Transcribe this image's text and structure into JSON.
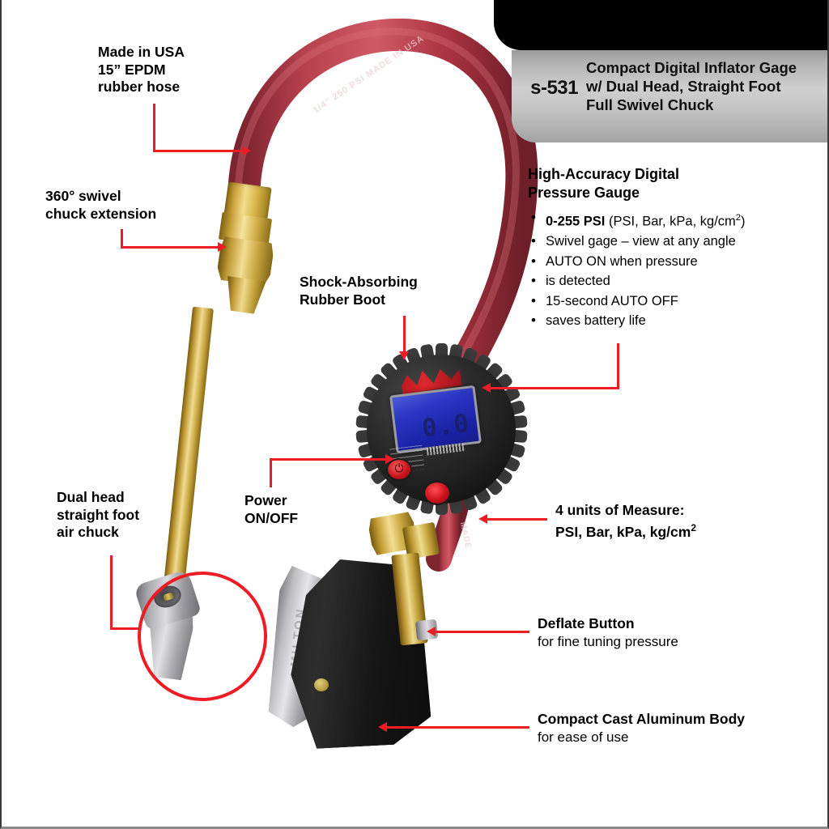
{
  "header": {
    "sku": "s-531",
    "title_lines": [
      "Compact Digital Inflator Gage",
      "w/ Dual Head, Straight Foot",
      "Full Swivel Chuck"
    ]
  },
  "callouts": {
    "made_in_usa": {
      "lines": [
        "Made in USA",
        "15” EPDM",
        "rubber hose"
      ]
    },
    "swivel_ext": {
      "lines": [
        "360° swivel",
        "chuck extension"
      ]
    },
    "rubber_boot": {
      "lines": [
        "Shock-Absorbing",
        "Rubber Boot"
      ]
    },
    "dual_head": {
      "lines": [
        "Dual head",
        "straight foot",
        "air chuck"
      ]
    },
    "power": {
      "lines": [
        "Power",
        "ON/OFF"
      ]
    },
    "units": {
      "lines": [
        "4 units of Measure:",
        "PSI, Bar, kPa, kg/cm"
      ],
      "sup": "2"
    },
    "deflate": {
      "heading": "Deflate Button",
      "sub": "for fine tuning pressure"
    },
    "body": {
      "heading": "Compact Cast Aluminum Body",
      "sub": "for ease of use"
    }
  },
  "features": {
    "title_lines": [
      "High-Accuracy Digital",
      "Pressure Gauge"
    ],
    "items": [
      {
        "bold": "0-255 PSI",
        "rest": " (PSI, Bar, kPa, kg/cm",
        "sup": "2",
        "tail": ")"
      },
      {
        "bold": "",
        "rest": "Swivel gage – view at any angle",
        "sup": "",
        "tail": ""
      },
      {
        "bold": "",
        "rest": "AUTO ON when pressure",
        "sup": "",
        "tail": ""
      },
      {
        "bold": "",
        "rest": "is detected",
        "sup": "",
        "tail": "",
        "nobullet": true
      },
      {
        "bold": "",
        "rest": "15-second AUTO OFF",
        "sup": "",
        "tail": ""
      },
      {
        "bold": "",
        "rest": "saves battery life",
        "sup": "",
        "tail": "",
        "nobullet": true
      }
    ]
  },
  "product": {
    "lcd_value": "0.0",
    "trigger_brand": "MILTON",
    "hose_print": "1/4”  250 PSI  MADE IN USA",
    "hose_print_2": "MADE"
  },
  "colors": {
    "leader_red": "#ee1c25",
    "hose_red": "#b3323f",
    "brass": "#d8b64a",
    "lcd_blue": "#2b36c4",
    "banner_black": "#000000",
    "banner_silver": "#c2c2c2"
  }
}
